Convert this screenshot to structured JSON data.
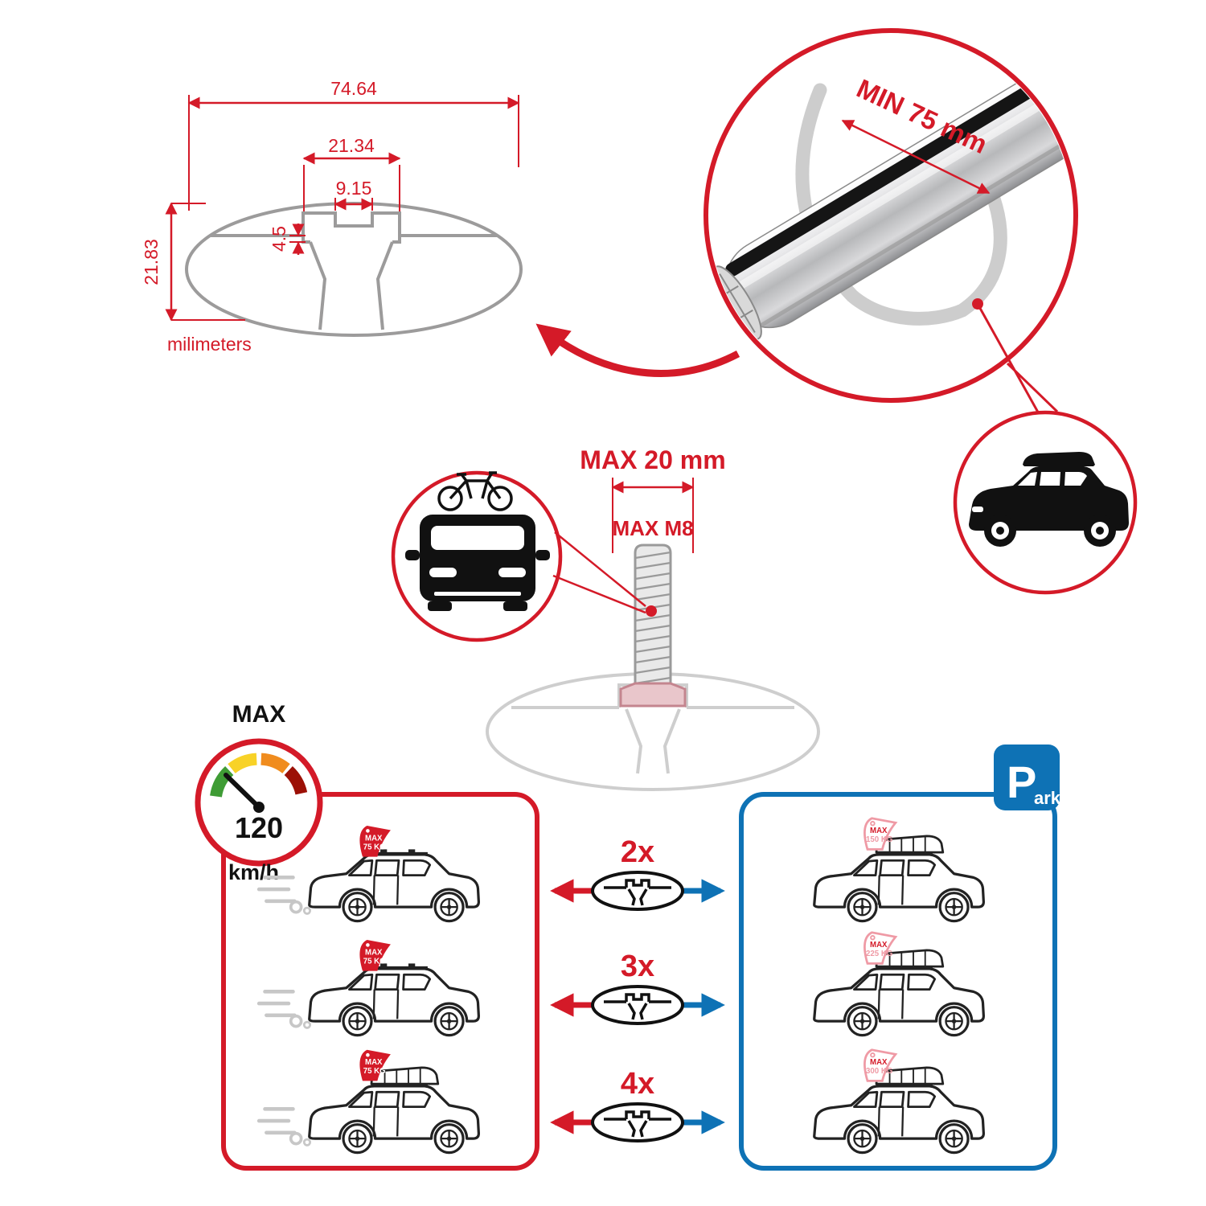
{
  "colors": {
    "red": "#d41a28",
    "blue": "#0e72b5",
    "gray_outline": "#9c9b9b",
    "ghost_gray": "#c3c3c3",
    "pink": "#ef9aa5",
    "gauge_green": "#3f9c35",
    "gauge_yellow": "#f8d227",
    "gauge_orange": "#f08c1e",
    "gauge_dark_red": "#9c1006"
  },
  "cross_section": {
    "dim_outer_width": "74.64",
    "dim_mid_width": "21.34",
    "dim_slot_width": "9.15",
    "dim_step_height": "4.5",
    "dim_total_height": "21.83",
    "units_label": "milimeters"
  },
  "bar_detail": {
    "min_clamp_label": "MIN 75 mm"
  },
  "bolt_detail": {
    "max_width_label": "MAX 20 mm",
    "max_thread_label": "MAX M8"
  },
  "speed_gauge": {
    "title": "MAX",
    "value": "120",
    "units": "km/h"
  },
  "parking_sign": {
    "p": "P",
    "ark": "ark"
  },
  "driving_panel": {
    "cars": [
      {
        "flag_line1": "MAX",
        "flag_line2": "75 KG"
      },
      {
        "flag_line1": "MAX",
        "flag_line2": "75 KG"
      },
      {
        "flag_line1": "MAX",
        "flag_line2": "75 KG"
      }
    ]
  },
  "parking_panel": {
    "cars": [
      {
        "flag_line1": "MAX",
        "flag_line2": "150 KG"
      },
      {
        "flag_line1": "MAX",
        "flag_line2": "225 KG"
      },
      {
        "flag_line1": "MAX",
        "flag_line2": "300 KG"
      }
    ]
  },
  "multipliers": [
    {
      "label": "2x"
    },
    {
      "label": "3x"
    },
    {
      "label": "4x"
    }
  ]
}
